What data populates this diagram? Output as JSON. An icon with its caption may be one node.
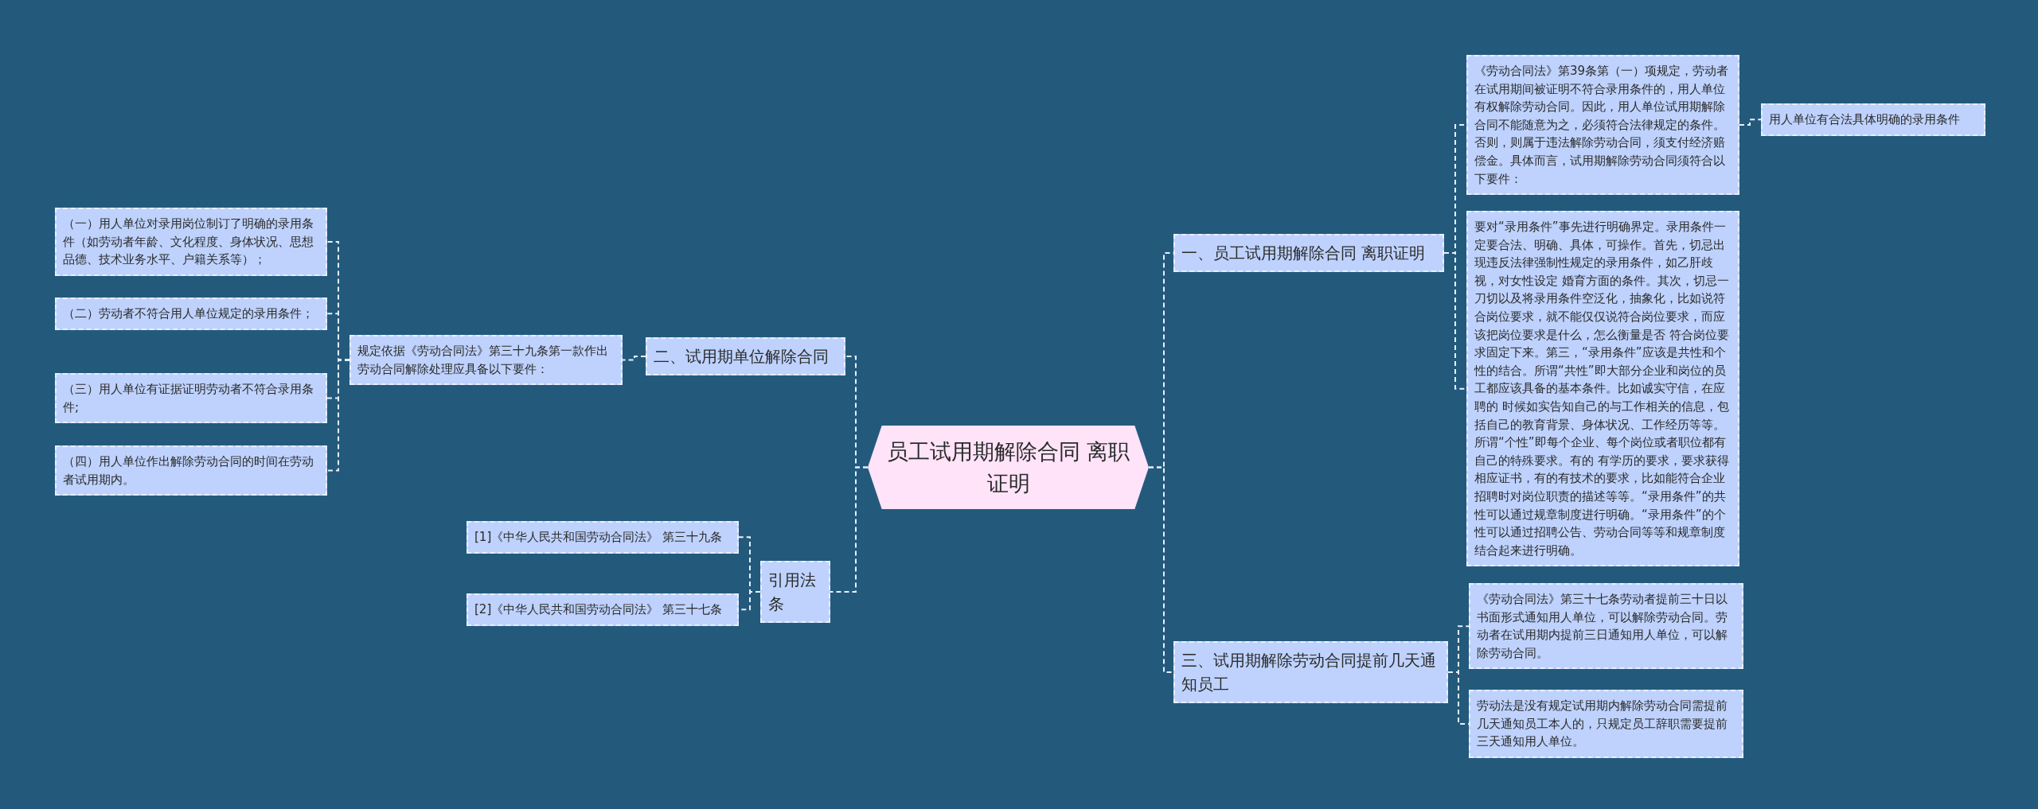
{
  "diagram": {
    "nodes": [
      {
        "text": [
          "员工试用期解除合同 离职证明"
        ]
      },
      {
        "text": [
          "一、员工试用期解除合同 离职证明"
        ]
      },
      {
        "text": [
          "《劳动合同法》第39条第（一）项规定，劳动者在试用期间被证明不符合录用条件的，用人单位有权解除劳动合同。因此，用人单位试用期解除合同不能随意为之，必须符合法律规定的条件。否则，则属于违法解除劳动合同，须支付经济赔偿金。具体而言，试用期解除劳动合同须符合以下要件："
        ]
      },
      {
        "text": [
          "用人单位有合法具体明确的录用条件"
        ]
      },
      {
        "text": [
          "要对“录用条件”事先进行明确界定。录用条件一定要合法、明确、具体，可操作。首先，切忌出现违反法律强制性规定的录用条件，如乙肝歧视，对女性设定 婚育方面的条件。其次，切忌一刀切以及将录用条件空泛化，抽象化，比如说符合岗位要求，就不能仅仅说符合岗位要求，而应该把岗位要求是什么，怎么衡量是否 符合岗位要求固定下来。第三，“录用条件”应该是共性和个性的结合。所谓“共性”即大部分企业和岗位的员工都应该具备的基本条件。比如诚实守信，在应聘的 时候如实告知自己的与工作相关的信息，包括自己的教育背景、身体状况、工作经历等等。所谓“个性”即每个企业、每个岗位或者职位都有自己的特殊要求。有的 有学历的要求，要求获得相应证书，有的有技术的要求，比如能符合企业招聘时对岗位职责的描述等等。“录用条件”的共性可以通过规章制度进行明确。“录用条件”的个性可以通过招聘公告、劳动合同等等和规章制度结合起来进行明确。"
        ]
      },
      {
        "text": [
          "三、试用期解除劳动合同提前几天通知员工"
        ]
      },
      {
        "text": [
          "《劳动合同法》第三十七条劳动者提前三十日以书面形式通知用人单位，可以解除劳动合同。劳动者在试用期内提前三日通知用人单位，可以解除劳动合同。"
        ]
      },
      {
        "text": [
          "劳动法是没有规定试用期内解除劳动合同需提前几天通知员工本人的，只规定员工辞职需要提前三天通知用人单位。"
        ]
      },
      {
        "text": [
          "二、试用期单位解除合同"
        ]
      },
      {
        "text": [
          "规定依据《劳动合同法》第三十九条第一款作出劳动合同解除处理应具备以下要件："
        ]
      },
      {
        "text": [
          "（一）用人单位对录用岗位制订了明确的录用条件（如劳动者年龄、文化程度、身体状况、思想品德、技术业务水平、户籍关系等）；"
        ]
      },
      {
        "text": [
          "（二）劳动者不符合用人单位规定的录用条件；"
        ]
      },
      {
        "text": [
          "（三）用人单位有证据证明劳动者不符合录用条件;"
        ]
      },
      {
        "text": [
          "（四）用人单位作出解除劳动合同的时间在劳动者试用期内。"
        ]
      },
      {
        "text": [
          "引用法条"
        ]
      },
      {
        "text": [
          "[1]《中华人民共和国劳动合同法》 第三十九条"
        ]
      },
      {
        "text": [
          "[2]《中华人民共和国劳动合同法》 第三十七条"
        ]
      }
    ],
    "edges": [
      {
        "from": 0,
        "to": 1,
        "arrow": "none"
      },
      {
        "from": 1,
        "to": 2,
        "arrow": "none"
      },
      {
        "from": 2,
        "to": 3,
        "arrow": "none"
      },
      {
        "from": 1,
        "to": 4,
        "arrow": "none"
      },
      {
        "from": 0,
        "to": 5,
        "arrow": "none"
      },
      {
        "from": 5,
        "to": 6,
        "arrow": "none"
      },
      {
        "from": 5,
        "to": 7,
        "arrow": "none"
      },
      {
        "from": 0,
        "to": 8,
        "arrow": "none"
      },
      {
        "from": 8,
        "to": 9,
        "arrow": "none"
      },
      {
        "from": 9,
        "to": 10,
        "arrow": "none"
      },
      {
        "from": 9,
        "to": 11,
        "arrow": "none"
      },
      {
        "from": 9,
        "to": 12,
        "arrow": "none"
      },
      {
        "from": 9,
        "to": 13,
        "arrow": "none"
      },
      {
        "from": 0,
        "to": 14,
        "arrow": "none"
      },
      {
        "from": 14,
        "to": 15,
        "arrow": "none"
      },
      {
        "from": 14,
        "to": 16,
        "arrow": "none"
      }
    ]
  }
}
